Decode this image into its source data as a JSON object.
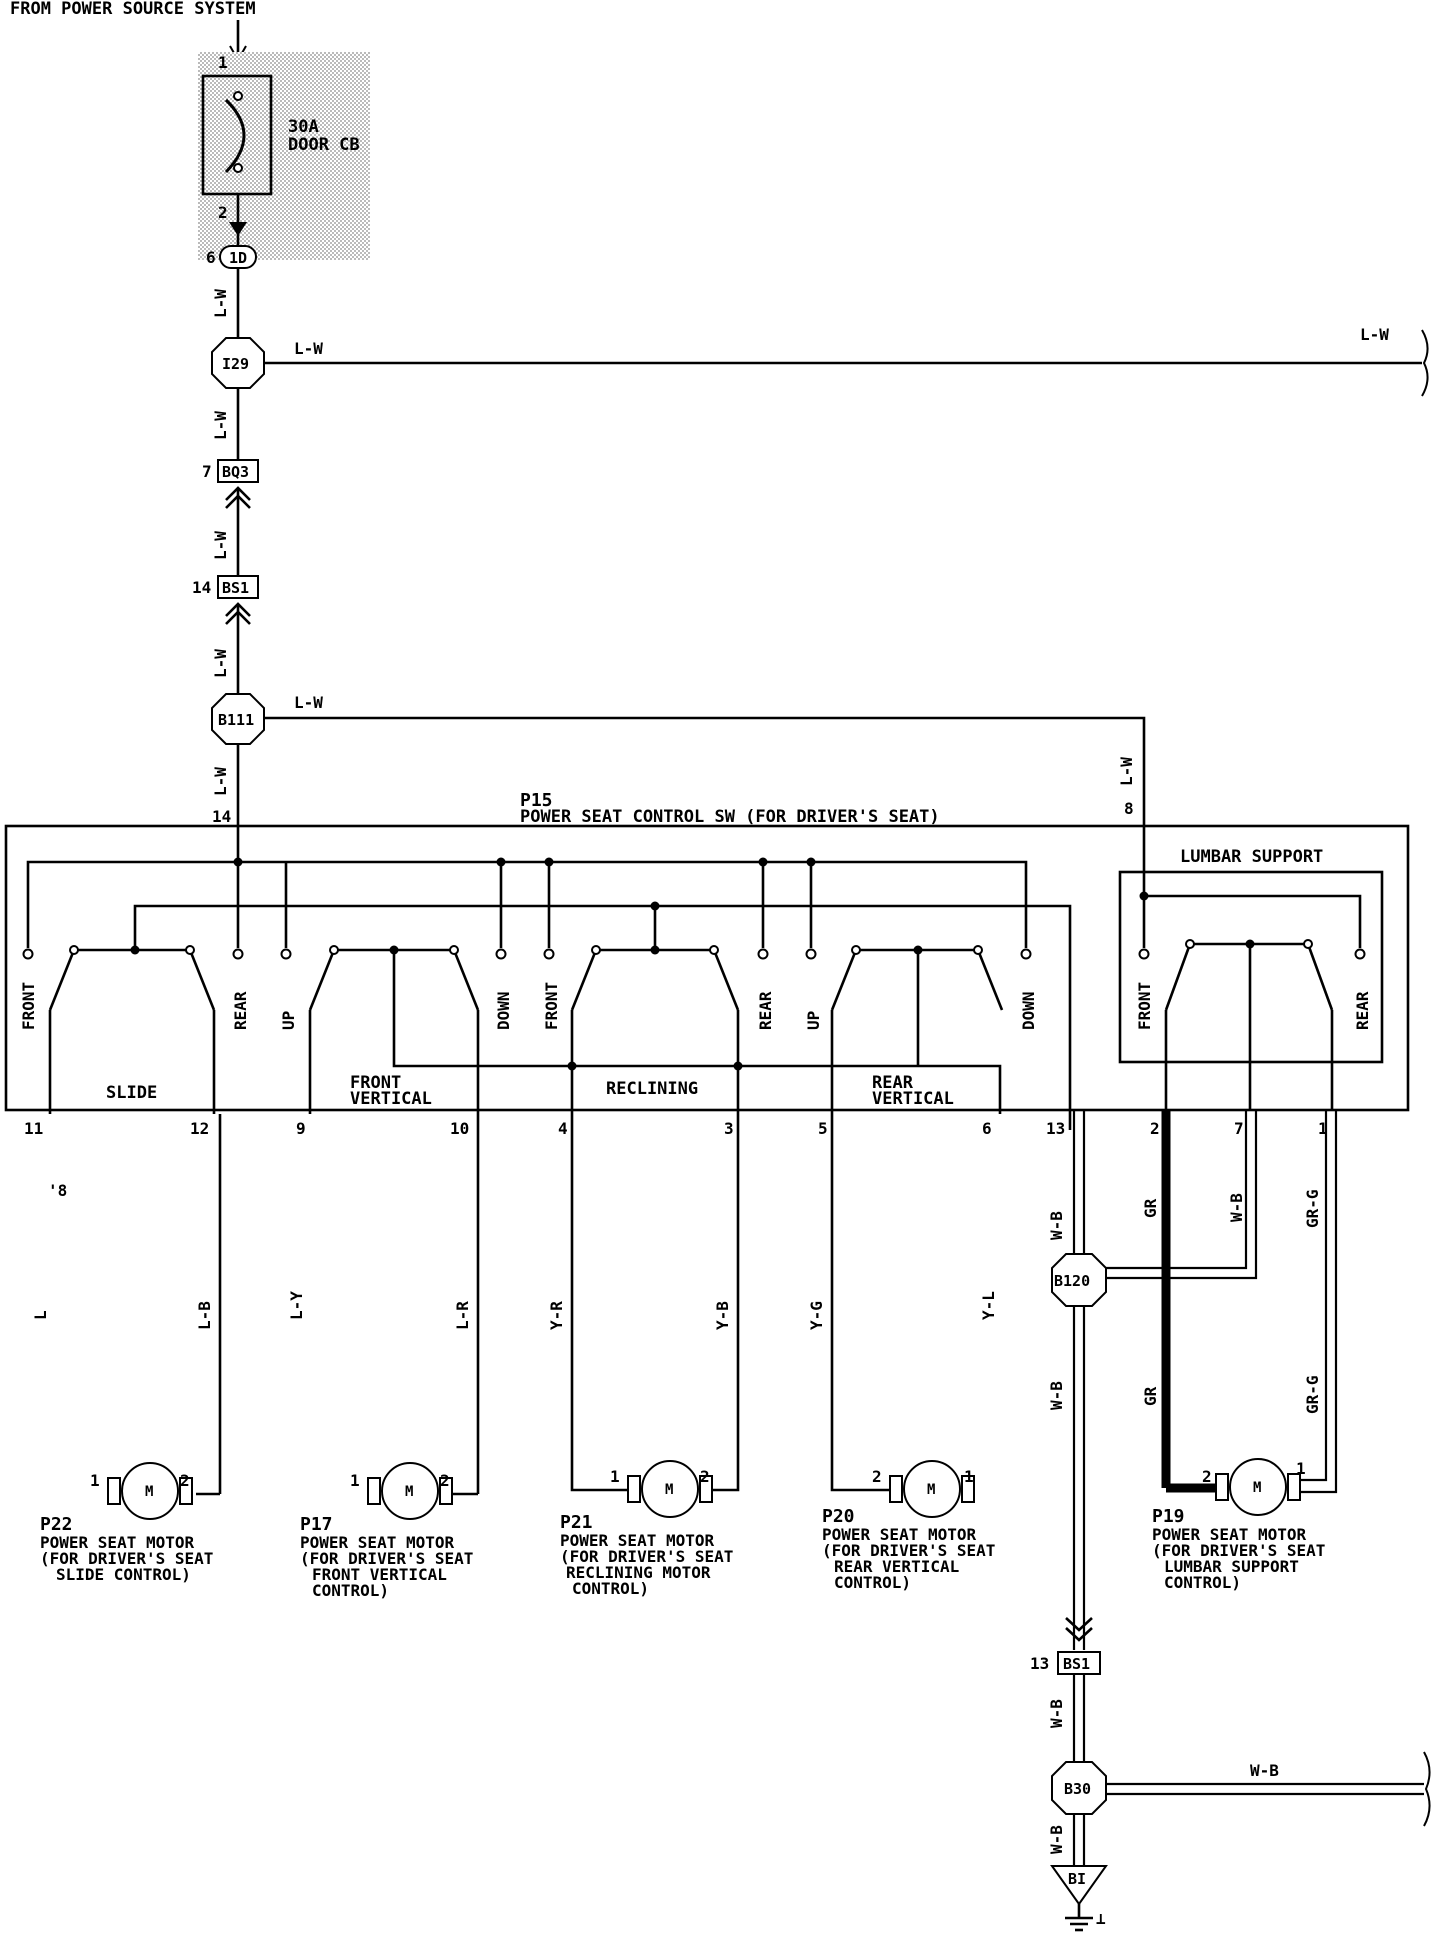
{
  "source_text": "FROM POWER SOURCE SYSTEM",
  "breaker": {
    "rating": "30A",
    "name": "DOOR CB",
    "pin_in": "1",
    "pin_out": "2"
  },
  "connectors": {
    "c1D": {
      "id": "1D",
      "pin": "6"
    },
    "i29": {
      "id": "I29"
    },
    "b03": {
      "id": "BQ3",
      "pin": "7"
    },
    "bs1_top": {
      "id": "BS1",
      "pin": "14"
    },
    "b111": {
      "id": "B111"
    },
    "b120": {
      "id": "B120"
    },
    "bs1_bottom": {
      "id": "BS1",
      "pin": "13"
    },
    "b30": {
      "id": "B30"
    },
    "bi": {
      "id": "BI"
    }
  },
  "wire_colors": {
    "lw": "L-W",
    "wb": "W-B",
    "gr": "GR",
    "grg": "GR-G",
    "lb": "L-B",
    "l": "L",
    "ly": "L-Y",
    "lr": "L-R",
    "yr": "Y-R",
    "yb": "Y-B",
    "yg": "Y-G",
    "yl": "Y-L"
  },
  "switch_unit": {
    "ref": "P15",
    "title": "POWER SEAT CONTROL SW (FOR DRIVER'S SEAT)",
    "pin_14": "14",
    "pin_8": "8",
    "sections": {
      "slide": "SLIDE",
      "front_vertical_1": "FRONT",
      "front_vertical_2": "VERTICAL",
      "reclining": "RECLINING",
      "rear_vertical_1": "REAR",
      "rear_vertical_2": "VERTICAL",
      "lumbar": "LUMBAR SUPPORT"
    },
    "contacts": {
      "front": "FRONT",
      "rear": "REAR",
      "up": "UP",
      "down": "DOWN"
    },
    "bottom_pins": [
      "11",
      "12",
      "9",
      "10",
      "4",
      "3",
      "5",
      "6",
      "13",
      "2",
      "7",
      "1"
    ]
  },
  "motors": [
    {
      "ref": "P22",
      "line1": "POWER SEAT MOTOR",
      "line2": "(FOR DRIVER'S SEAT",
      "line3": "SLIDE CONTROL)",
      "line4": "",
      "pin_left": "1",
      "pin_right": "2",
      "symbol": "M"
    },
    {
      "ref": "P17",
      "line1": "POWER SEAT MOTOR",
      "line2": "(FOR DRIVER'S SEAT",
      "line3": "FRONT VERTICAL",
      "line4": "CONTROL)",
      "pin_left": "1",
      "pin_right": "2",
      "symbol": "M"
    },
    {
      "ref": "P21",
      "line1": "POWER SEAT MOTOR",
      "line2": "(FOR DRIVER'S SEAT",
      "line3": "RECLINING MOTOR",
      "line4": "CONTROL)",
      "pin_left": "1",
      "pin_right": "2",
      "symbol": "M"
    },
    {
      "ref": "P20",
      "line1": "POWER SEAT MOTOR",
      "line2": "(FOR DRIVER'S SEAT",
      "line3": "REAR VERTICAL",
      "line4": "CONTROL)",
      "pin_left": "2",
      "pin_right": "1",
      "symbol": "M"
    },
    {
      "ref": "P19",
      "line1": "POWER SEAT MOTOR",
      "line2": "(FOR DRIVER'S SEAT",
      "line3": "LUMBAR SUPPORT",
      "line4": "CONTROL)",
      "pin_left": "2",
      "pin_right": "1",
      "symbol": "M"
    }
  ]
}
